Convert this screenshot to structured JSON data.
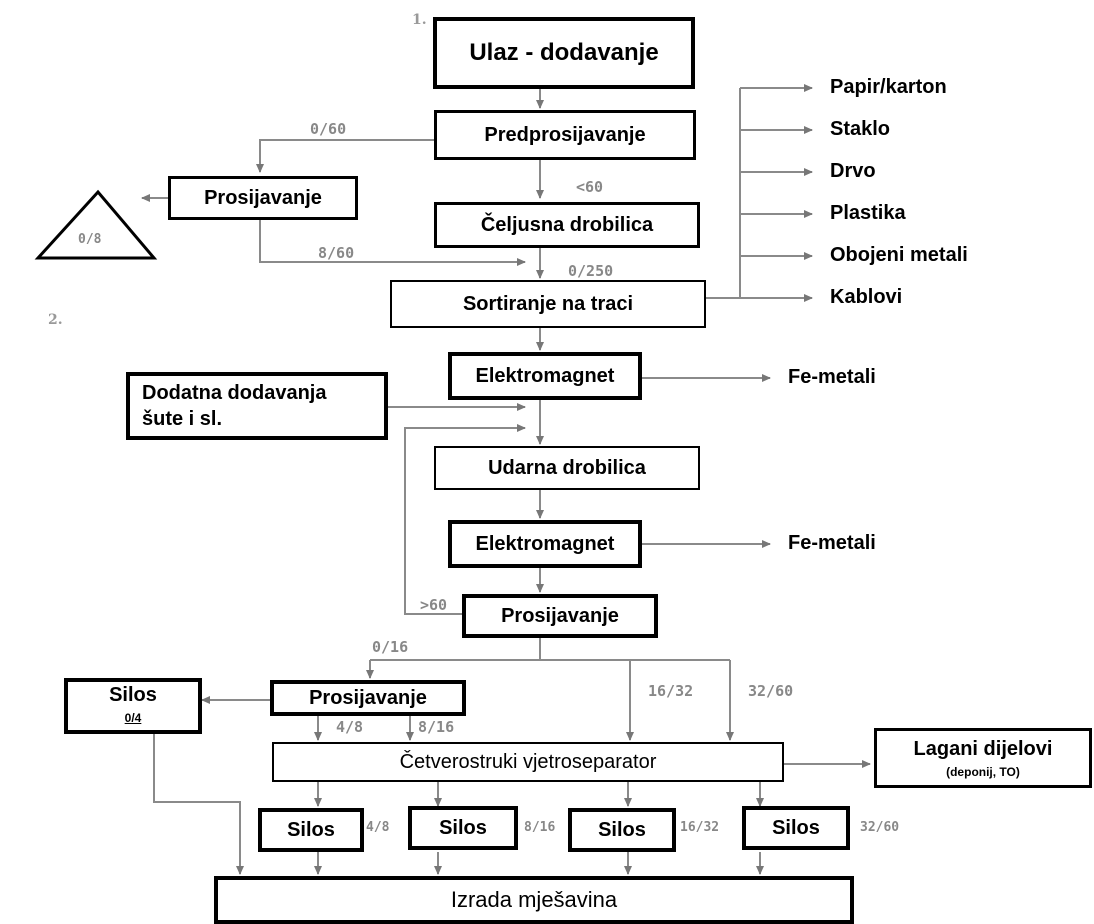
{
  "markers": {
    "step1": "1.",
    "step2": "2."
  },
  "boxes": {
    "ulaz": "Ulaz - dodavanje",
    "predprosijavanje": "Predprosijavanje",
    "prosijavanje_top": "Prosijavanje",
    "celjusna": "Čeljusna drobilica",
    "sortiranje": "Sortiranje na traci",
    "elektromagnet1": "Elektromagnet",
    "dodatna_line1": "Dodatna dodavanja",
    "dodatna_line2": "šute i sl.",
    "udarna": "Udarna drobilica",
    "elektromagnet2": "Elektromagnet",
    "prosijavanje_mid": "Prosijavanje",
    "silos_04_title": "Silos",
    "silos_04_sub": "0/4",
    "prosijavanje_low": "Prosijavanje",
    "vjetroseparator": "Četverostruki vjetroseparator",
    "lagani_title": "Lagani dijelovi",
    "lagani_sub": "(deponij, TO)",
    "silos_1": "Silos",
    "silos_2": "Silos",
    "silos_3": "Silos",
    "silos_4": "Silos",
    "izrada": "Izrada mješavina"
  },
  "triangle_label": "0/8",
  "flow_labels": {
    "l_0_60": "0/60",
    "l_lt60": "<60",
    "l_8_60": "8/60",
    "l_0_250": "0/250",
    "l_gt60": ">60",
    "l_0_16": "0/16",
    "l_16_32": "16/32",
    "l_32_60": "32/60",
    "l_4_8": "4/8",
    "l_8_16": "8/16",
    "s_4_8": "4/8",
    "s_8_16": "8/16",
    "s_16_32": "16/32",
    "s_32_60": "32/60"
  },
  "outputs": {
    "papir": "Papir/karton",
    "staklo": "Staklo",
    "drvo": "Drvo",
    "plastika": "Plastika",
    "obojeni": "Obojeni metali",
    "kablovi": "Kablovi",
    "fe1": "Fe-metali",
    "fe2": "Fe-metali"
  },
  "colors": {
    "line": "#808080",
    "border": "#000000",
    "label": "#888888"
  }
}
